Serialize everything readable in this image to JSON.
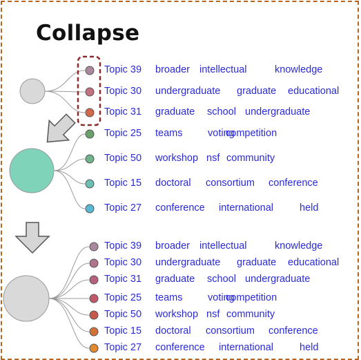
{
  "title": "Collapse",
  "colors": {
    "frame": "#b5651d",
    "highlight_box": "#8b2a2a",
    "text": "#2a2ad8",
    "big_gray": "#d9d9d9",
    "teal": "#7fd3b8",
    "arrow": "#d6d6d6"
  },
  "groups": [
    {
      "rows": [
        {
          "topic": "Topic 39",
          "words": [
            "broader",
            "intellectual",
            "knowledge"
          ],
          "color": "#a9899e"
        },
        {
          "topic": "Topic 30",
          "words": [
            "undergraduate",
            "graduate",
            "educational"
          ],
          "color": "#c2727e"
        },
        {
          "topic": "Topic 31",
          "words": [
            "graduate",
            "school",
            "undergraduate"
          ],
          "color": "#d2684a"
        }
      ]
    },
    {
      "rows": [
        {
          "topic": "Topic 25",
          "words": [
            "teams",
            "voting",
            "competition"
          ],
          "color": "#6aa06a"
        },
        {
          "topic": "Topic 50",
          "words": [
            "workshop",
            "nsf",
            "community"
          ],
          "color": "#6fb38a"
        },
        {
          "topic": "Topic 15",
          "words": [
            "doctoral",
            "consortium",
            "conference"
          ],
          "color": "#6cc0b3"
        },
        {
          "topic": "Topic 27",
          "words": [
            "conference",
            "international",
            "held"
          ],
          "color": "#58b8d6"
        }
      ]
    },
    {
      "rows": [
        {
          "topic": "Topic 39",
          "words": [
            "broader",
            "intellectual",
            "knowledge"
          ],
          "color": "#a9899e"
        },
        {
          "topic": "Topic 30",
          "words": [
            "undergraduate",
            "graduate",
            "educational"
          ],
          "color": "#b0748e"
        },
        {
          "topic": "Topic 31",
          "words": [
            "graduate",
            "school",
            "undergraduate"
          ],
          "color": "#b6607e"
        },
        {
          "topic": "Topic 25",
          "words": [
            "teams",
            "voting",
            "competition"
          ],
          "color": "#c05a6a"
        },
        {
          "topic": "Topic 50",
          "words": [
            "workshop",
            "nsf",
            "community"
          ],
          "color": "#c45a4a"
        },
        {
          "topic": "Topic 15",
          "words": [
            "doctoral",
            "consortium",
            "conference"
          ],
          "color": "#d2743a"
        },
        {
          "topic": "Topic 27",
          "words": [
            "conference",
            "international",
            "held"
          ],
          "color": "#e08a30"
        }
      ]
    }
  ]
}
